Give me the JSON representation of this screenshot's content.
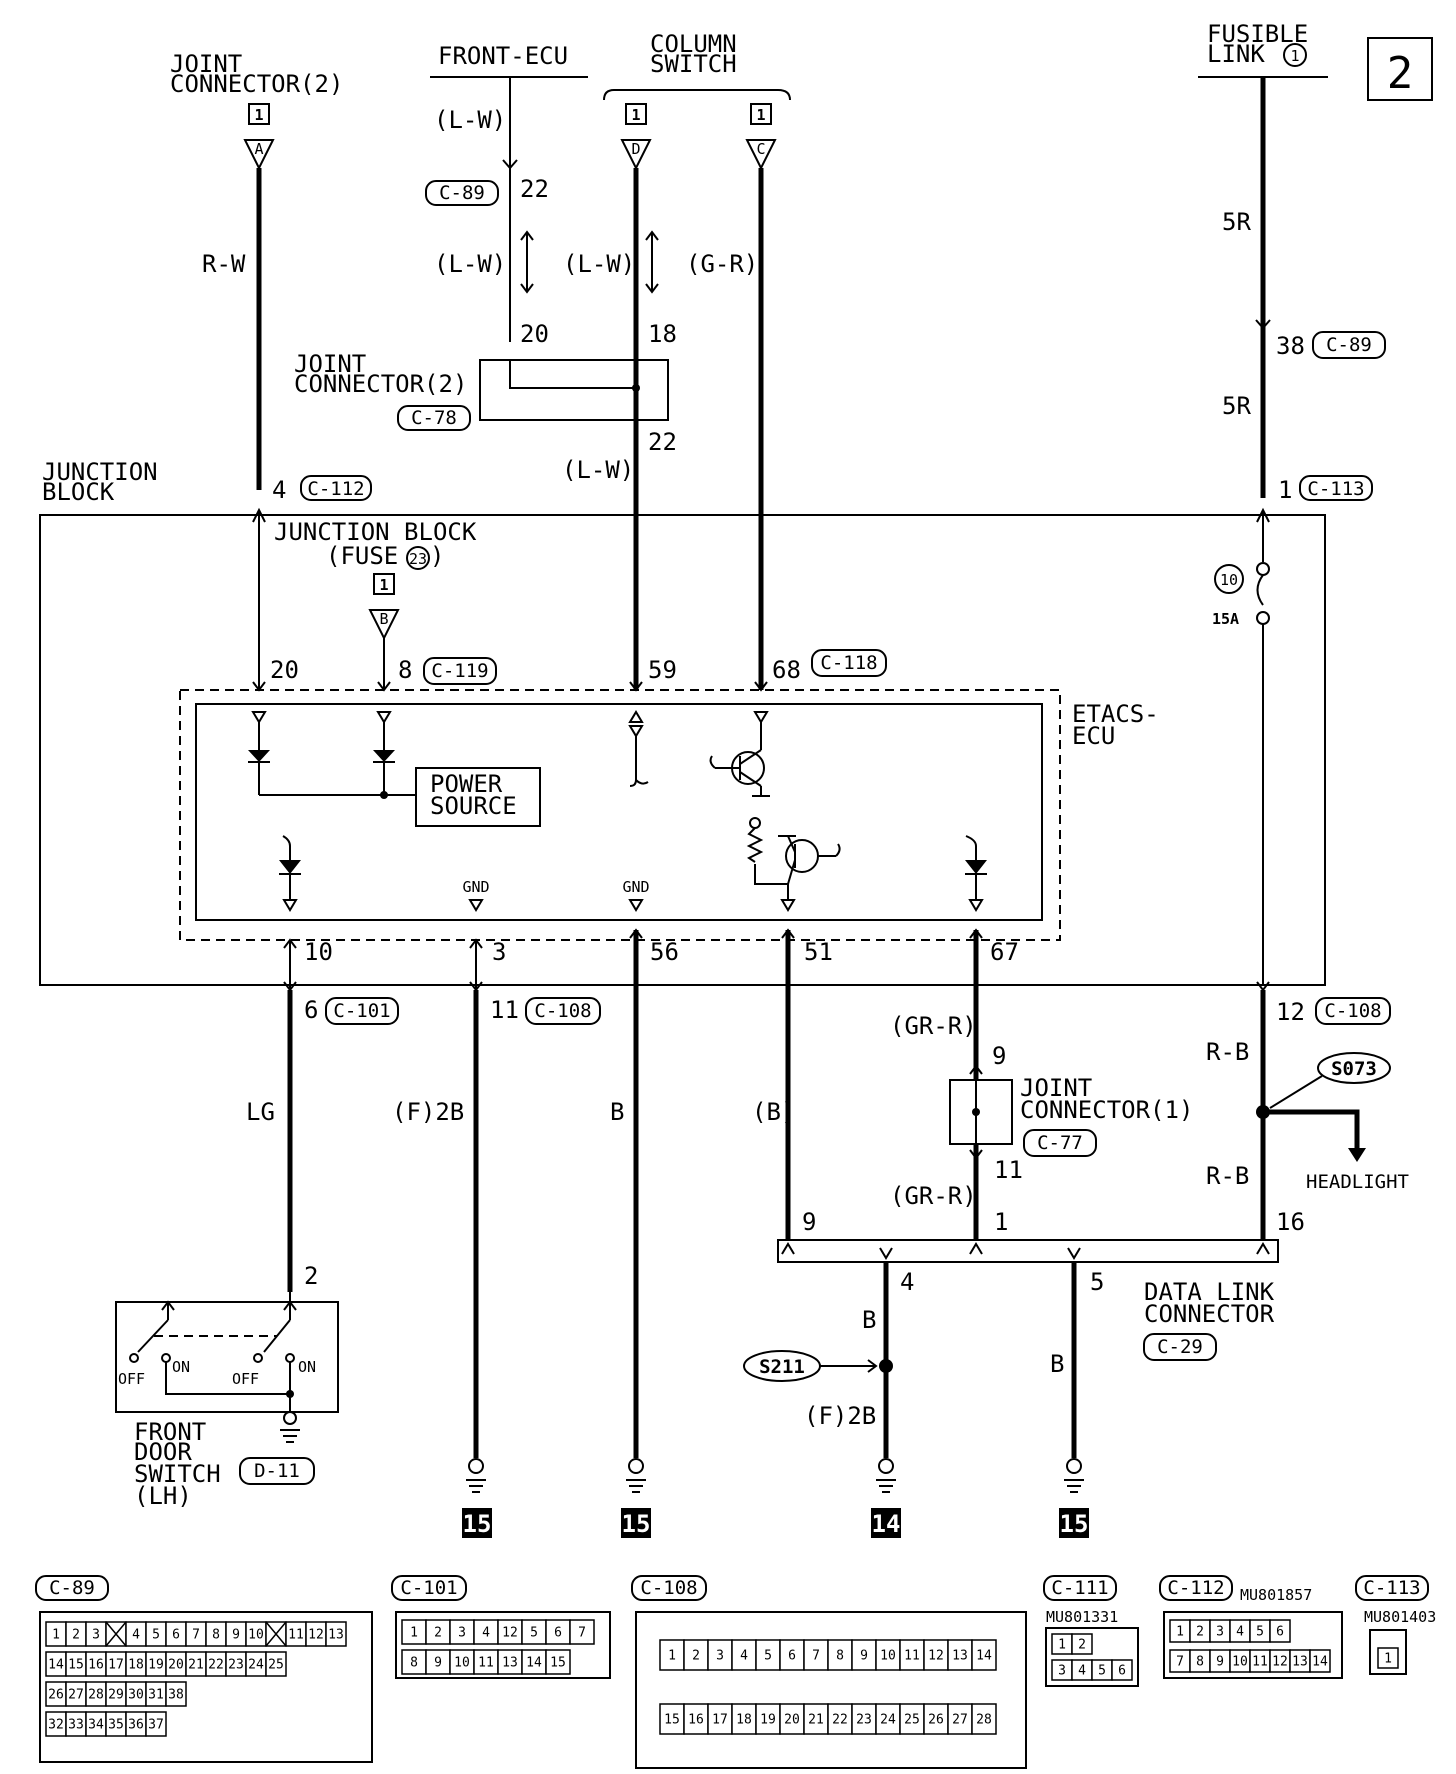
{
  "page_number": "2",
  "top_labels": {
    "joint_connector_2_a": "JOINT",
    "joint_connector_2_b": "CONNECTOR(2)",
    "front_ecu": "FRONT-ECU",
    "column_switch_a": "COLUMN",
    "column_switch_b": "SWITCH",
    "fusible_link_a": "FUSIBLE",
    "fusible_link_b": "LINK",
    "fusible_link_num": "1"
  },
  "tags": {
    "one": "1",
    "a": "A",
    "b": "B",
    "c": "C",
    "d": "D"
  },
  "wire_colors": {
    "lw": "(L-W)",
    "rw": "R-W",
    "gr": "(G-R)",
    "r5": "5R",
    "lg": "LG",
    "f2b": "(F)2B",
    "b": "B",
    "bparen": "(B)",
    "grr": "(GR-R)",
    "rb": "R-B"
  },
  "connectors": {
    "c89": "C-89",
    "c78": "C-78",
    "c112": "C-112",
    "c113": "C-113",
    "c119": "C-119",
    "c118": "C-118",
    "c101": "C-101",
    "c108": "C-108",
    "c77": "C-77",
    "c29": "C-29",
    "d11": "D-11",
    "c111": "C-111"
  },
  "pins": {
    "p22a": "22",
    "p20a": "20",
    "p18": "18",
    "p22b": "22",
    "p38": "38",
    "p4": "4",
    "p1": "1",
    "p20b": "20",
    "p8": "8",
    "p59": "59",
    "p68": "68",
    "p10": "10",
    "p3": "3",
    "p56": "56",
    "p51": "51",
    "p67": "67",
    "p6": "6",
    "p11a": "11",
    "p12": "12",
    "p9a": "9",
    "p11b": "11",
    "p2": "2",
    "p9b": "9",
    "p1b": "1",
    "p16": "16",
    "p4b": "4",
    "p5": "5"
  },
  "blocks": {
    "joint_c78_a": "JOINT",
    "joint_c78_b": "CONNECTOR(2)",
    "junction_block_a": "JUNCTION",
    "junction_block_b": "BLOCK",
    "jb_fuse_a": "JUNCTION BLOCK",
    "jb_fuse_b": "(FUSE",
    "jb_fuse_num": "23",
    "fuse_num": "10",
    "fuse_amp": "15A",
    "etacs_a": "ETACS-",
    "etacs_b": "ECU",
    "power_source_a": "POWER",
    "power_source_b": "SOURCE",
    "gnd1": "GND",
    "gnd2": "GND",
    "joint_c77_a": "JOINT",
    "joint_c77_b": "CONNECTOR(1)",
    "splice_s073": "S073",
    "headlight": "HEADLIGHT",
    "data_link_a": "DATA LINK",
    "data_link_b": "CONNECTOR",
    "splice_s211": "S211",
    "door_switch_a": "FRONT",
    "door_switch_b": "DOOR",
    "door_switch_c": "SWITCH",
    "door_switch_d": "(LH)",
    "off": "OFF",
    "on": "ON",
    "ground_15": "15",
    "ground_14": "14"
  },
  "connector_views": {
    "c89_rows": [
      [
        "1",
        "2",
        "3",
        "",
        "4",
        "5",
        "6",
        "7",
        "8",
        "9",
        "10",
        "",
        "11",
        "12",
        "13"
      ],
      [
        "14",
        "15",
        "16",
        "17",
        "18",
        "19",
        "20",
        "21",
        "22",
        "23",
        "24",
        "25"
      ],
      [
        "26",
        "27",
        "28",
        "29",
        "30",
        "31",
        "38"
      ],
      [
        "32",
        "33",
        "34",
        "35",
        "36",
        "37"
      ]
    ],
    "c101_rows": [
      [
        "1",
        "2",
        "3",
        "4",
        "12",
        "5",
        "6",
        "7"
      ],
      [
        "8",
        "9",
        "10",
        "11",
        "13",
        "14",
        "15"
      ]
    ],
    "c108_rows": [
      [
        "1",
        "2",
        "3",
        "4",
        "5",
        "6",
        "7",
        "8",
        "9",
        "10",
        "11",
        "12",
        "13",
        "14"
      ],
      [
        "15",
        "16",
        "17",
        "18",
        "19",
        "20",
        "21",
        "22",
        "23",
        "24",
        "25",
        "26",
        "27",
        "28"
      ]
    ],
    "c111_part": "MU801331",
    "c111_rows": [
      [
        "1",
        "2"
      ],
      [
        "3",
        "4",
        "5",
        "6"
      ]
    ],
    "c112_part": "MU801857",
    "c112_rows": [
      [
        "1",
        "2",
        "3",
        "4",
        "5",
        "6"
      ],
      [
        "7",
        "8",
        "9",
        "10",
        "11",
        "12",
        "13",
        "14"
      ]
    ],
    "c113_part": "MU801403",
    "c113_rows": [
      [
        "1"
      ]
    ]
  }
}
